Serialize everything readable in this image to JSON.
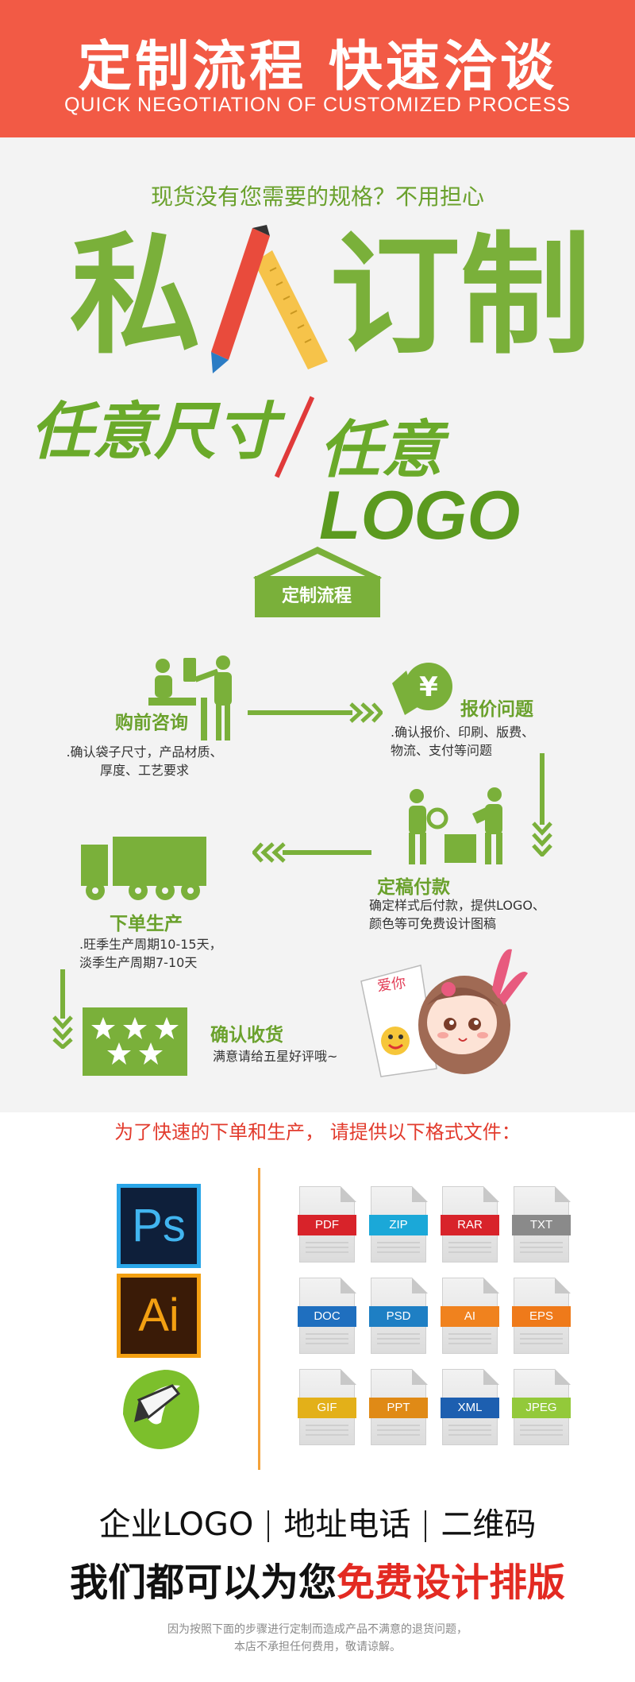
{
  "header": {
    "title": "定制流程 快速洽谈",
    "subtitle": "QUICK NEGOTIATION OF CUSTOMIZED PROCESS",
    "bg_color": "#f25a45"
  },
  "intro": {
    "worry_text": "现货没有您需要的规格？不用担心",
    "big_title_chars": [
      "私",
      "人",
      "订",
      "制"
    ],
    "slogan_left": "任意尺寸",
    "slogan_right_cn": "任意",
    "slogan_right_latin": "LOGO"
  },
  "process": {
    "title": "定制流程",
    "accent_color": "#7ab03a",
    "steps": [
      {
        "name": "购前咨询",
        "desc": [
          ".确认袋子尺寸，产品材质、",
          "厚度、工艺要求"
        ],
        "icon": "consultation-icon"
      },
      {
        "name": "报价问题",
        "desc": [
          ".确认报价、印刷、版费、",
          "物流、支付等问题"
        ],
        "icon": "price-tag-icon"
      },
      {
        "name": "定稿付款",
        "desc": [
          "确定样式后付款，提供LOGO、",
          "颜色等可免费设计图稿"
        ],
        "icon": "delivery-icon"
      },
      {
        "name": "下单生产",
        "desc": [
          ".旺季生产周期10-15天，",
          "淡季生产周期7-10天"
        ],
        "icon": "truck-icon"
      },
      {
        "name": "确认收货",
        "desc": [
          "满意请给五星好评哦~"
        ],
        "icon": "five-star-icon"
      }
    ]
  },
  "mascot": {
    "text": "爱你"
  },
  "formats": {
    "notice": "为了快速的下单和生产， 请提供以下格式文件：",
    "apps": [
      {
        "label": "Ps",
        "icon": "photoshop-icon"
      },
      {
        "label": "Ai",
        "icon": "illustrator-icon"
      },
      {
        "label": "",
        "icon": "coreldraw-icon"
      }
    ],
    "files": [
      {
        "label": "PDF",
        "color": "#d8232a"
      },
      {
        "label": "ZIP",
        "color": "#1ba8d8"
      },
      {
        "label": "RAR",
        "color": "#d8232a"
      },
      {
        "label": "TXT",
        "color": "#8a8a8a"
      },
      {
        "label": "DOC",
        "color": "#1f6fbf"
      },
      {
        "label": "PSD",
        "color": "#1e7fc4"
      },
      {
        "label": "AI",
        "color": "#f0821e"
      },
      {
        "label": "EPS",
        "color": "#ef7a1a"
      },
      {
        "label": "GIF",
        "color": "#e3b019"
      },
      {
        "label": "PPT",
        "color": "#e08a16"
      },
      {
        "label": "XML",
        "color": "#1d5fb0"
      },
      {
        "label": "JPEG",
        "color": "#93c93a"
      }
    ]
  },
  "services": {
    "items": [
      "企业LOGO",
      "地址电话",
      "二维码"
    ],
    "free_prefix": "我们都可以为您",
    "free_highlight": "免费设计排版"
  },
  "disclaimer": {
    "line1": "因为按照下面的步骤进行定制而造成产品不满意的退货问题，",
    "line2": "本店不承担任何费用，敬请谅解。"
  }
}
